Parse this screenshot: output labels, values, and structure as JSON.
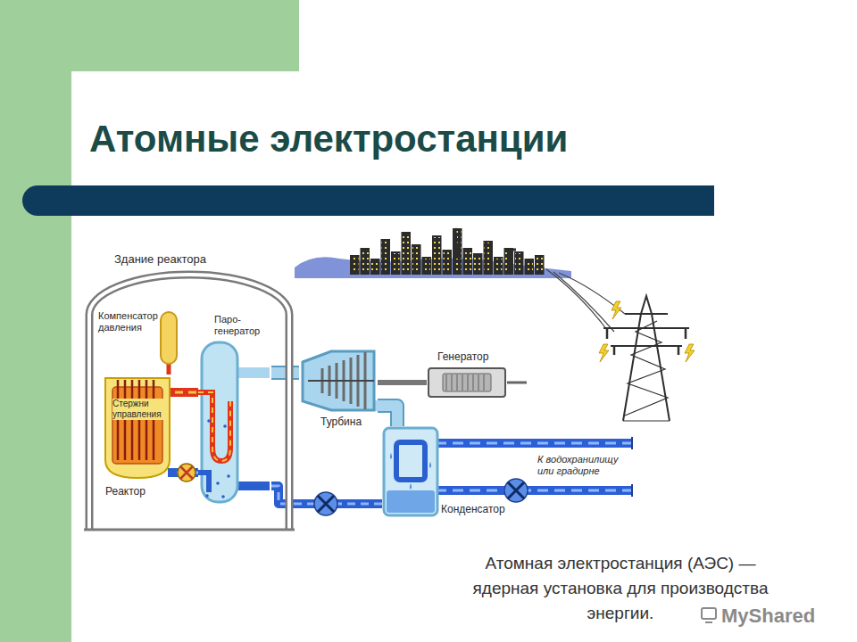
{
  "diagram": {
    "title": "Атомные электростанции",
    "caption": "Атомная электростанция (АЭС) — ядерная установка для производства энергии.",
    "nodes": [
      {
        "text": [
          "Здание реактора"
        ]
      },
      {
        "text": [
          "Компенсатор давления"
        ],
        "in": 0
      },
      {
        "text": [
          "Паро- генератор"
        ],
        "in": 0
      },
      {
        "text": [
          "Реактор"
        ],
        "in": 0
      },
      {
        "text": [
          "Турбина"
        ]
      },
      {
        "text": [
          "Генератор"
        ]
      },
      {
        "text": [
          "Конденсатор"
        ]
      }
    ],
    "edges": [
      {
        "from": 3,
        "to": 2,
        "arrow": "none"
      },
      {
        "from": 2,
        "to": 3,
        "arrow": "none"
      },
      {
        "from": 1,
        "to": 3,
        "arrow": "none"
      },
      {
        "from": 2,
        "to": 4,
        "arrow": "none"
      },
      {
        "from": 4,
        "to": 5,
        "arrow": "none"
      },
      {
        "from": 4,
        "to": 6,
        "arrow": "none"
      },
      {
        "from": 6,
        "to": 2,
        "arrow": "none"
      }
    ],
    "labels": [
      "Стержни управления",
      "К водохранилищу или градирне",
      "MyShared"
    ]
  }
}
